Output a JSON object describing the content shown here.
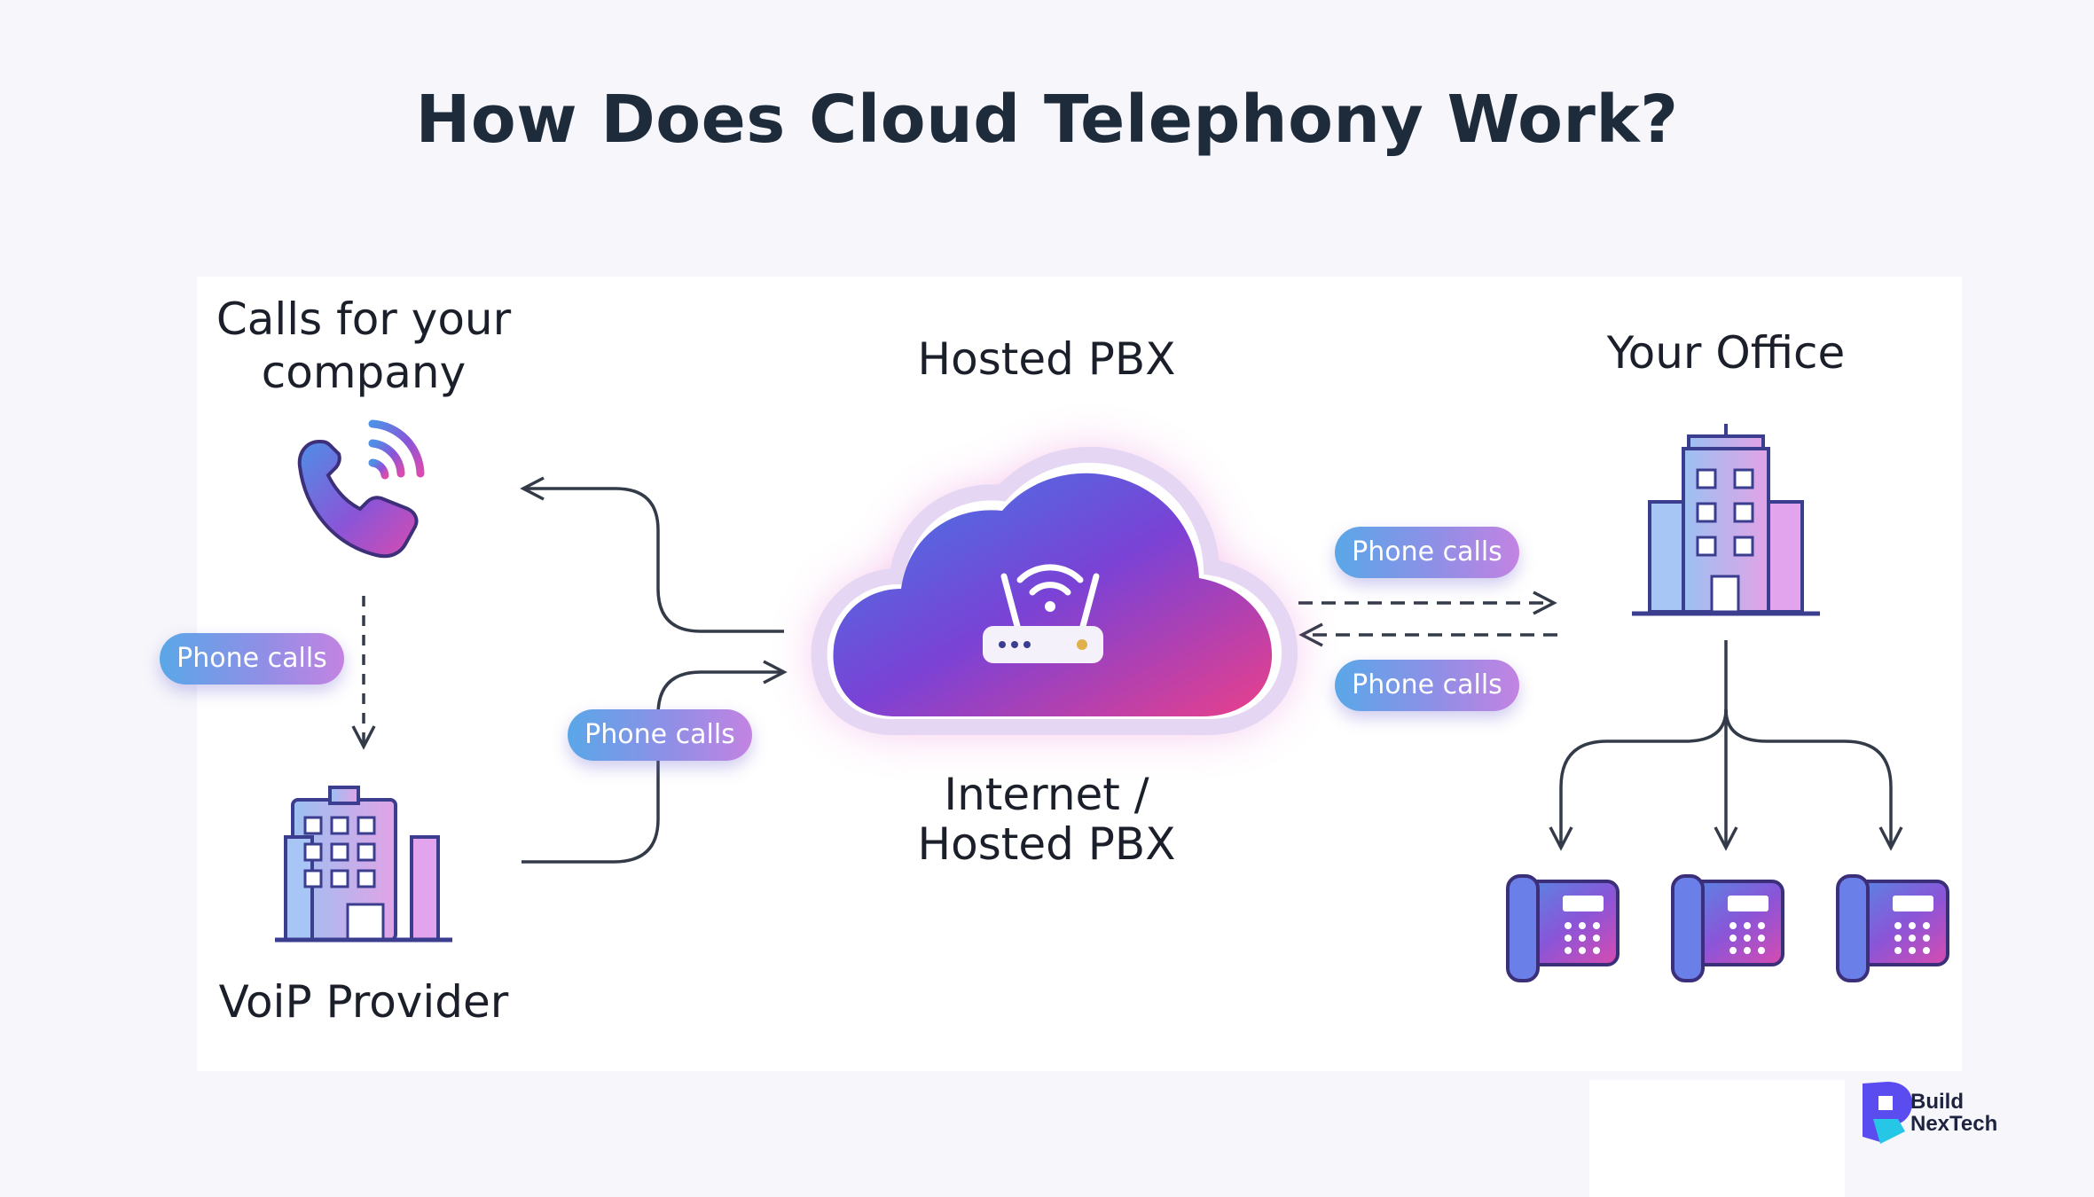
{
  "title": "How Does Cloud Telephony Work?",
  "nodes": {
    "calls": "Calls for your\ncompany",
    "voip": "VoiP Provider",
    "hosted_pbx_top": "Hosted PBX",
    "cloud_caption": "Internet /\nHosted PBX",
    "office": "Your Office"
  },
  "pills": {
    "left": "Phone calls",
    "middle": "Phone calls",
    "right_top": "Phone calls",
    "right_bottom": "Phone calls"
  },
  "brand": {
    "line1": "Build",
    "line2": "NexTech"
  },
  "colors": {
    "gradient_blue": "#4a7fe0",
    "gradient_purple": "#8a3fd0",
    "gradient_pink": "#e0408e",
    "text_dark": "#1e2b3b"
  }
}
